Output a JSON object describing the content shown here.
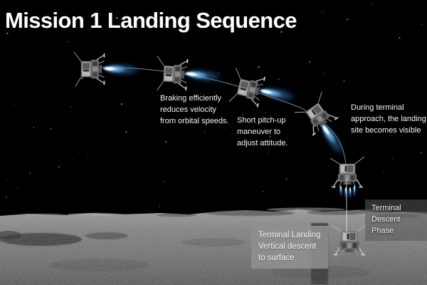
{
  "title": "Mission 1 Landing Sequence",
  "annotations": [
    {
      "id": "braking",
      "text": "Braking efficiently\nreduces velocity\nfrom orbital speeds."
    },
    {
      "id": "pitch_up",
      "text": "Short pitch-up\nmaneuver to\nadjust attitude."
    },
    {
      "id": "terminal_approach",
      "text": "During terminal\napproach, the landing\nsite becomes visible"
    },
    {
      "id": "terminal_descent",
      "text": "Terminal\nDescent Phase"
    },
    {
      "id": "terminal_landing",
      "text": "Terminal Landing\nVertical descent\nto surface"
    }
  ],
  "scene": {
    "description": "Lunar lander descent sequence from orbit to touchdown on the moon surface",
    "spacecraft_count": 6
  },
  "colors": {
    "sky": "#000000",
    "text": "#ffffff",
    "plume_core": "#ecf8ff",
    "plume_glow": "#2e7fc0",
    "terrain_gray": "#757575",
    "label_box_gray": "#8f8f8f"
  }
}
